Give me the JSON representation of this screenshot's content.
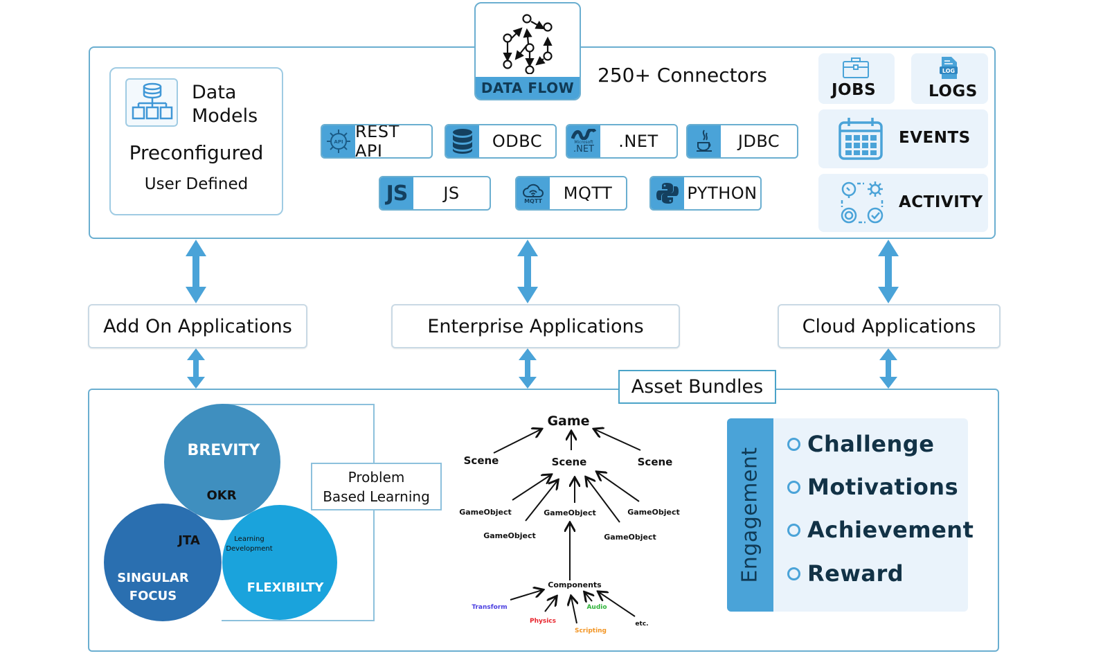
{
  "header": {
    "badge_label": "DATA FLOW",
    "connectors_title": "250+ Connectors"
  },
  "data_models": {
    "title_line1": "Data",
    "title_line2": "Models",
    "option_primary": "Preconfigured",
    "option_secondary": "User Defined"
  },
  "connectors": [
    {
      "label": "REST API",
      "icon": "api-gear-icon"
    },
    {
      "label": "ODBC",
      "icon": "database-icon"
    },
    {
      "label": ".NET",
      "icon": "dotnet-icon"
    },
    {
      "label": "JDBC",
      "icon": "java-icon"
    },
    {
      "label": "JS",
      "icon": "js-icon"
    },
    {
      "label": "MQTT",
      "icon": "mqtt-cloud-icon"
    },
    {
      "label": "PYTHON",
      "icon": "python-icon"
    }
  ],
  "connector_icon_text": {
    "api": "API",
    "net_small": "Microsoft",
    "net_big": ".NET",
    "js": "JS",
    "mqtt": "MQTT"
  },
  "monitoring": {
    "jobs": "JOBS",
    "logs": "LOGS",
    "logs_icon_text": "LOG",
    "events": "EVENTS",
    "activity": "ACTIVITY"
  },
  "applications": {
    "add_on": "Add On Applications",
    "enterprise": "Enterprise Applications",
    "cloud": "Cloud Applications"
  },
  "asset_bundles": "Asset Bundles",
  "venn": {
    "top": "BREVITY",
    "left_line1": "SINGULAR",
    "left_line2": "FOCUS",
    "right": "FLEXIBILTY",
    "top_overlap": "OKR",
    "left_overlap": "JTA",
    "right_overlap_line1": "Learning",
    "right_overlap_line2": "Development",
    "side_label_line1": "Problem",
    "side_label_line2": "Based Learning",
    "colors": {
      "top": "#3f8fbf",
      "left": "#2a6fb0",
      "right": "#1aa3dc",
      "overlap_top": "#cfe1ee",
      "overlap_left": "#c1d6e8",
      "overlap_right": "#bfe3f5"
    }
  },
  "hierarchy": {
    "root": "Game",
    "scenes": [
      "Scene",
      "Scene",
      "Scene"
    ],
    "game_objects": [
      "GameObject",
      "GameObject",
      "GameObject",
      "GameObject",
      "GameObject"
    ],
    "components": "Components",
    "component_types": [
      {
        "label": "Transform",
        "color": "#4b3fe0"
      },
      {
        "label": "Physics",
        "color": "#e8242c"
      },
      {
        "label": "Scripting",
        "color": "#f29422"
      },
      {
        "label": "Audio",
        "color": "#2fb33a"
      },
      {
        "label": "etc.",
        "color": "#111111"
      }
    ]
  },
  "engagement": {
    "title": "Engagement",
    "items": [
      "Challenge",
      "Motivations",
      "Achievement",
      "Reward"
    ]
  },
  "colors": {
    "accent": "#4aa3d8",
    "border": "#6aaed0",
    "dark_text": "#103a55",
    "tile_bg": "#eaf3fb"
  }
}
